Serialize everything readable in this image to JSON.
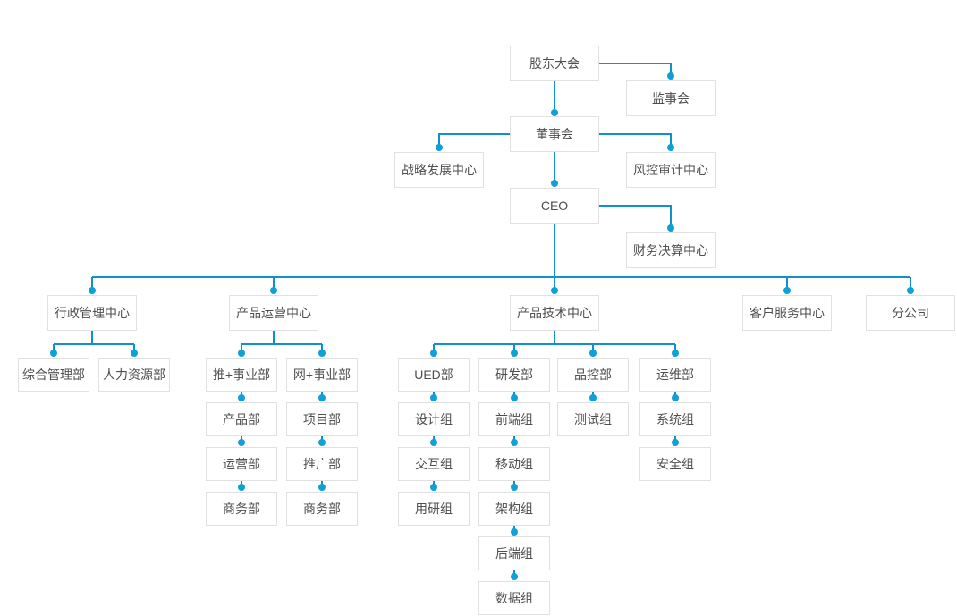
{
  "page": {
    "background_color": "#ffffff"
  },
  "diagram": {
    "type": "organization-chart",
    "line_color": "#1190ce",
    "dot_color": "#10a0d8",
    "box_border_color": "#e1e1e1",
    "text_color": "#4f4f4f",
    "nodes": {
      "shareholders_meeting": {
        "label": "股东大会"
      },
      "supervisory_board": {
        "label": "监事会"
      },
      "board_of_directors": {
        "label": "董事会"
      },
      "strategy_center": {
        "label": "战略发展中心"
      },
      "risk_audit_center": {
        "label": "风控审计中心"
      },
      "ceo": {
        "label": "CEO"
      },
      "finance_center": {
        "label": "财务决算中心"
      },
      "admin_center": {
        "label": "行政管理中心"
      },
      "ops_center": {
        "label": "产品运营中心"
      },
      "tech_center": {
        "label": "产品技术中心"
      },
      "service_center": {
        "label": "客户服务中心"
      },
      "branch_company": {
        "label": "分公司"
      },
      "general_dept": {
        "label": "综合管理部"
      },
      "hr_dept": {
        "label": "人力资源部"
      },
      "tui_division": {
        "label": "推+事业部"
      },
      "wang_division": {
        "label": "网+事业部"
      },
      "product_dept": {
        "label": "产品部"
      },
      "project_dept": {
        "label": "项目部"
      },
      "operation_dept": {
        "label": "运营部"
      },
      "promotion_dept": {
        "label": "推广部"
      },
      "business_dept_tui": {
        "label": "商务部"
      },
      "business_dept_wang": {
        "label": "商务部"
      },
      "ued_dept": {
        "label": "UED部"
      },
      "rd_dept": {
        "label": "研发部"
      },
      "qc_dept": {
        "label": "品控部"
      },
      "om_dept": {
        "label": "运维部"
      },
      "design_group": {
        "label": "设计组"
      },
      "interaction_group": {
        "label": "交互组"
      },
      "user_research_group": {
        "label": "用研组"
      },
      "frontend_group": {
        "label": "前端组"
      },
      "mobile_group": {
        "label": "移动组"
      },
      "architecture_group": {
        "label": "架构组"
      },
      "backend_group": {
        "label": "后端组"
      },
      "data_group": {
        "label": "数据组"
      },
      "testing_group": {
        "label": "测试组"
      },
      "system_group": {
        "label": "系统组"
      },
      "security_group": {
        "label": "安全组"
      }
    },
    "hierarchy": {
      "股东大会": [
        "监事会",
        "董事会"
      ],
      "董事会": [
        "战略发展中心",
        "风控审计中心",
        "CEO"
      ],
      "CEO": [
        "财务决算中心",
        "行政管理中心",
        "产品运营中心",
        "产品技术中心",
        "客户服务中心",
        "分公司"
      ],
      "行政管理中心": [
        "综合管理部",
        "人力资源部"
      ],
      "产品运营中心": [
        "推+事业部",
        "网+事业部"
      ],
      "推+事业部": [
        "产品部",
        "运营部",
        "商务部"
      ],
      "网+事业部": [
        "项目部",
        "推广部",
        "商务部"
      ],
      "产品技术中心": [
        "UED部",
        "研发部",
        "品控部",
        "运维部"
      ],
      "UED部": [
        "设计组",
        "交互组",
        "用研组"
      ],
      "研发部": [
        "前端组",
        "移动组",
        "架构组",
        "后端组",
        "数据组"
      ],
      "品控部": [
        "测试组"
      ],
      "运维部": [
        "系统组",
        "安全组"
      ]
    }
  }
}
